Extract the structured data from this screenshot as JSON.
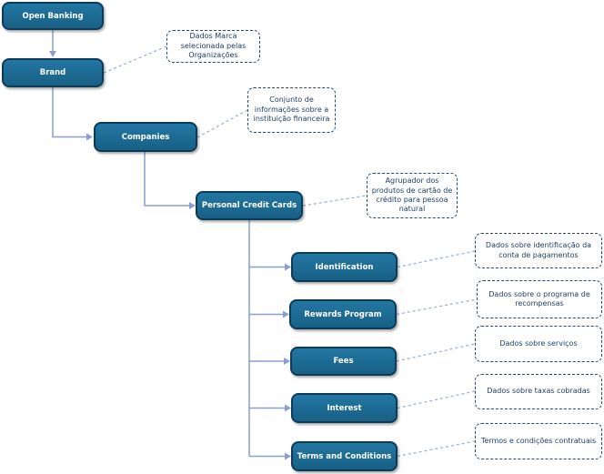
{
  "nodes": {
    "open_banking": {
      "label": "Open Banking"
    },
    "brand": {
      "label": "Brand"
    },
    "companies": {
      "label": "Companies"
    },
    "personal_credit_cards": {
      "label": "Personal Credit Cards"
    },
    "identification": {
      "label": "Identification"
    },
    "rewards_program": {
      "label": "Rewards Program"
    },
    "fees": {
      "label": "Fees"
    },
    "interest": {
      "label": "Interest"
    },
    "terms_and_conditions": {
      "label": "Terms and Conditions"
    }
  },
  "annotations": {
    "brand_note": {
      "text": "Dados Marca selecionada pelas Organizações"
    },
    "companies_note": {
      "text": "Conjunto de informações sobre a instituição financeira"
    },
    "personal_credit_cards_note": {
      "text": "Agrupador dos produtos de cartão de crédito para pessoa natural"
    },
    "identification_note": {
      "text": "Dados sobre identificação da conta de pagamentos"
    },
    "rewards_program_note": {
      "text": "Dados sobre o programa de recompensas"
    },
    "fees_note": {
      "text": "Dados sobre serviços"
    },
    "interest_note": {
      "text": "Dados sobre taxas cobradas"
    },
    "terms_and_conditions_note": {
      "text": "Termos e condições contratuais"
    }
  },
  "colors": {
    "node_fill_top": "#2277a3",
    "node_fill_bottom": "#186085",
    "node_border": "#0c3a57",
    "node_text": "#ffffff",
    "note_border": "#27496e",
    "note_text": "#1c3f66",
    "connector": "#8b9ecf",
    "dashed_connector": "#9db0d8",
    "bg": "#ffffff"
  }
}
